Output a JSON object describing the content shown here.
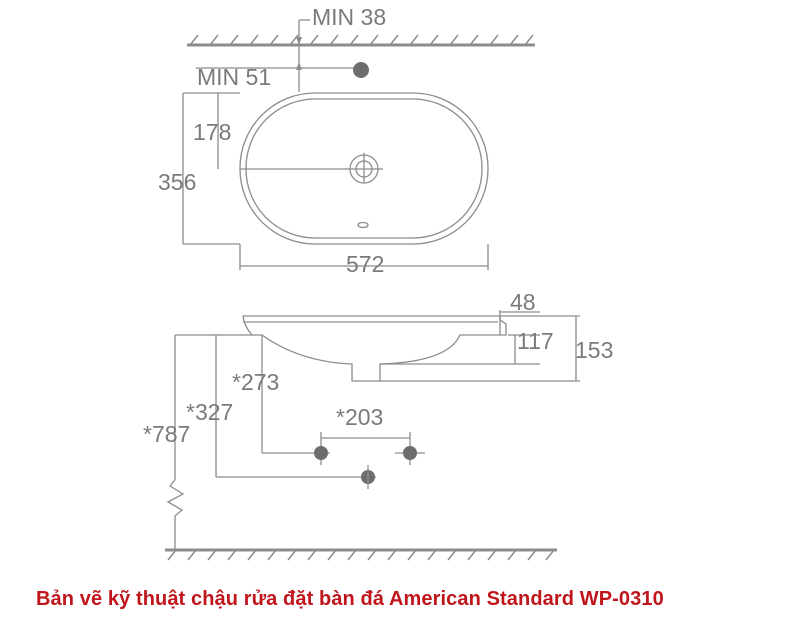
{
  "dimensions": {
    "min_wall_clearance": "MIN 38",
    "min_tap_distance": "MIN 51",
    "tap_to_center": "178",
    "basin_depth": "356",
    "basin_width": "572",
    "rim_thickness": "48",
    "bowl_depth": "117",
    "total_height": "153",
    "drain_height": "*273",
    "waste_height": "*327",
    "rim_height": "*787",
    "supply_spacing": "*203"
  },
  "caption": "Bản vẽ kỹ thuật chậu rửa đặt bàn đá American Standard WP-0310",
  "colors": {
    "line": "#8c8c8c",
    "text": "#7a7a7a",
    "caption": "#c0161b"
  }
}
